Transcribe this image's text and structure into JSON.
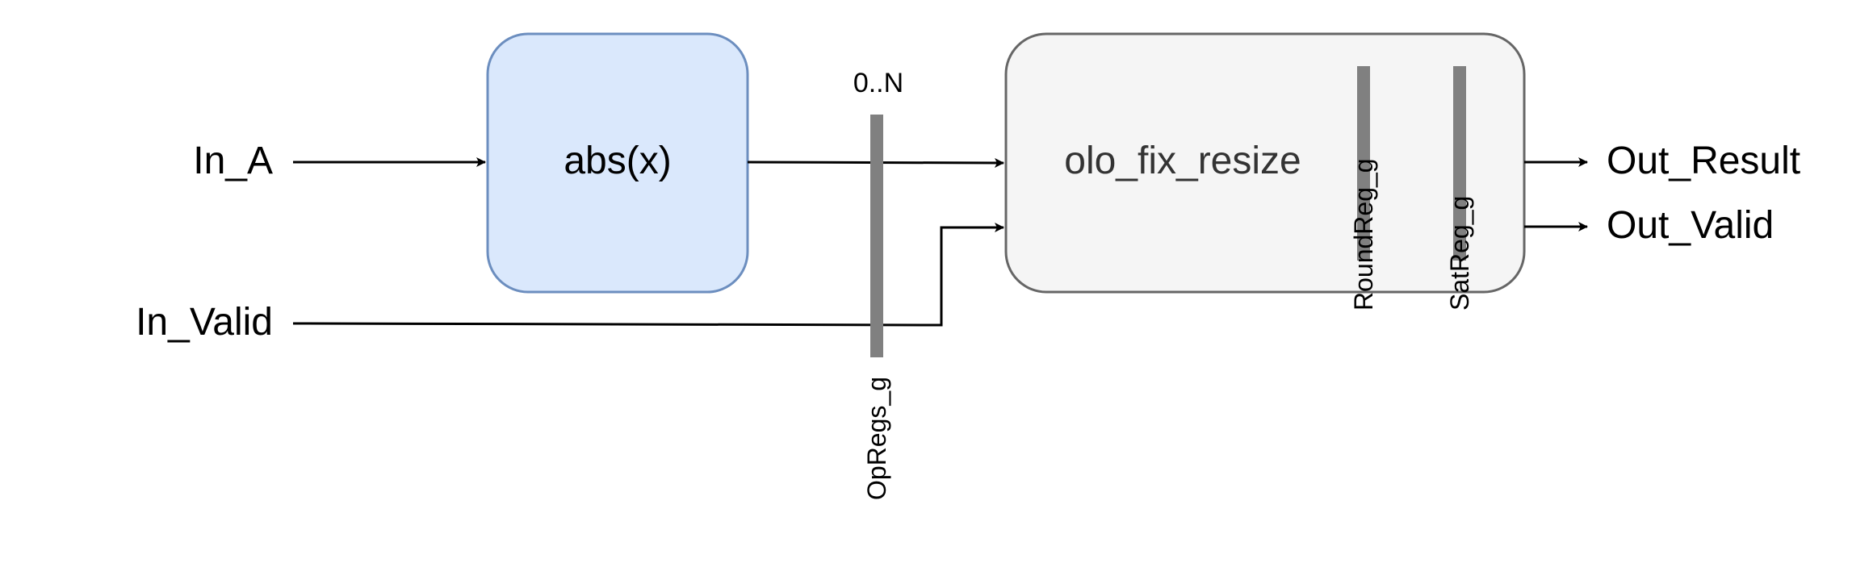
{
  "inputs": {
    "a": "In_A",
    "valid": "In_Valid"
  },
  "outputs": {
    "result": "Out_Result",
    "valid": "Out_Valid"
  },
  "blocks": {
    "abs": {
      "label": "abs(x)"
    },
    "resize": {
      "label": "olo_fix_resize"
    }
  },
  "registers": {
    "op": {
      "label": "OpRegs_g",
      "count": "0..N"
    },
    "round": {
      "label": "RoundReg_g"
    },
    "sat": {
      "label": "SatReg_g"
    }
  },
  "colors": {
    "abs_fill": "#dae8fc",
    "abs_stroke": "#6c8ebf",
    "resize_fill": "#f5f5f5",
    "resize_stroke": "#666666",
    "resize_text": "#333333",
    "register_bar": "#808080",
    "wire": "#000000"
  }
}
